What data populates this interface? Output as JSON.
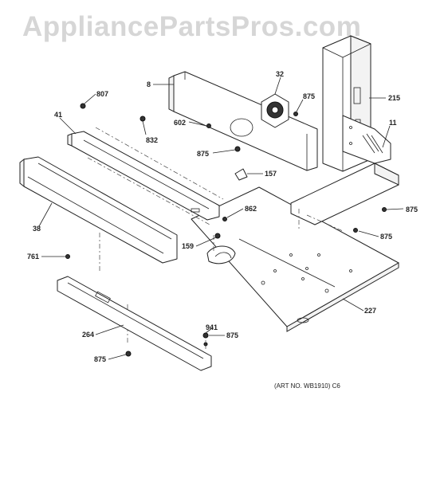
{
  "watermark": "AppliancePartsPros.com",
  "art_number": "(ART NO. WB1910) C6",
  "labels": {
    "p807": "807",
    "p8": "8",
    "p32": "32",
    "p875_top": "875",
    "p215": "215",
    "p41": "41",
    "p602": "602",
    "p11": "11",
    "p832": "832",
    "p875_mid": "875",
    "p157": "157",
    "p862": "862",
    "p875_right1": "875",
    "p38": "38",
    "p875_right2": "875",
    "p159": "159",
    "p761": "761",
    "p227": "227",
    "p941": "941",
    "p875_low": "875",
    "p264": "264",
    "p875_bottom": "875"
  }
}
